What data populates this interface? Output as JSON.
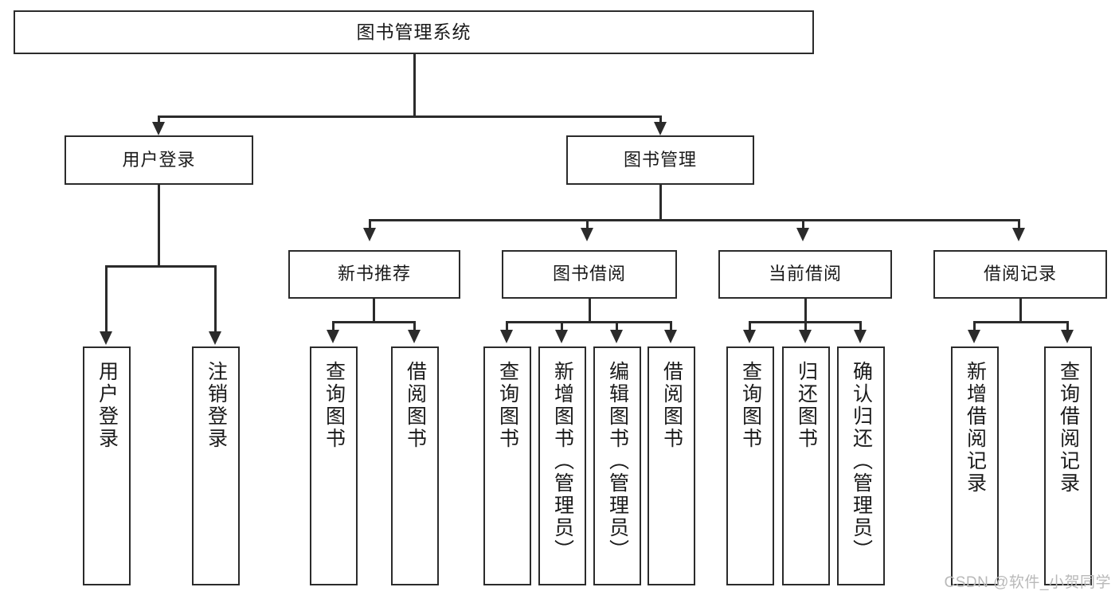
{
  "diagram": {
    "type": "tree-hierarchy",
    "title": "图书管理系统",
    "root": {
      "label": "图书管理系统"
    },
    "level2": [
      {
        "id": "user-login",
        "label": "用户登录"
      },
      {
        "id": "book-manage",
        "label": "图书管理"
      }
    ],
    "level3": [
      {
        "id": "new-book-recommend",
        "label": "新书推荐"
      },
      {
        "id": "book-borrow",
        "label": "图书借阅"
      },
      {
        "id": "current-borrow",
        "label": "当前借阅"
      },
      {
        "id": "borrow-record",
        "label": "借阅记录"
      }
    ],
    "leaves": [
      {
        "id": "leaf-user-login",
        "label": "用户登录",
        "parent": "user-login"
      },
      {
        "id": "leaf-logout",
        "label": "注销登录",
        "parent": "user-login"
      },
      {
        "id": "leaf-query-book-1",
        "label": "查询图书",
        "parent": "new-book-recommend"
      },
      {
        "id": "leaf-borrow-book-1",
        "label": "借阅图书",
        "parent": "new-book-recommend"
      },
      {
        "id": "leaf-query-book-2",
        "label": "查询图书",
        "parent": "book-borrow"
      },
      {
        "id": "leaf-add-book",
        "label": "新增图书（管理员）",
        "parent": "book-borrow"
      },
      {
        "id": "leaf-edit-book",
        "label": "编辑图书（管理员）",
        "parent": "book-borrow"
      },
      {
        "id": "leaf-borrow-book-2",
        "label": "借阅图书",
        "parent": "book-borrow"
      },
      {
        "id": "leaf-query-book-3",
        "label": "查询图书",
        "parent": "current-borrow"
      },
      {
        "id": "leaf-return-book",
        "label": "归还图书",
        "parent": "current-borrow"
      },
      {
        "id": "leaf-confirm-return",
        "label": "确认归还（管理员）",
        "parent": "current-borrow"
      },
      {
        "id": "leaf-add-record",
        "label": "新增借阅记录",
        "parent": "borrow-record"
      },
      {
        "id": "leaf-query-record",
        "label": "查询借阅记录",
        "parent": "borrow-record"
      }
    ],
    "colors": {
      "stroke": "#2b2b2b",
      "fill": "#ffffff",
      "text": "#1a1a1a",
      "watermark": "#b9b9b9"
    }
  },
  "watermark": {
    "text": "CSDN @软件_小贺同学"
  }
}
